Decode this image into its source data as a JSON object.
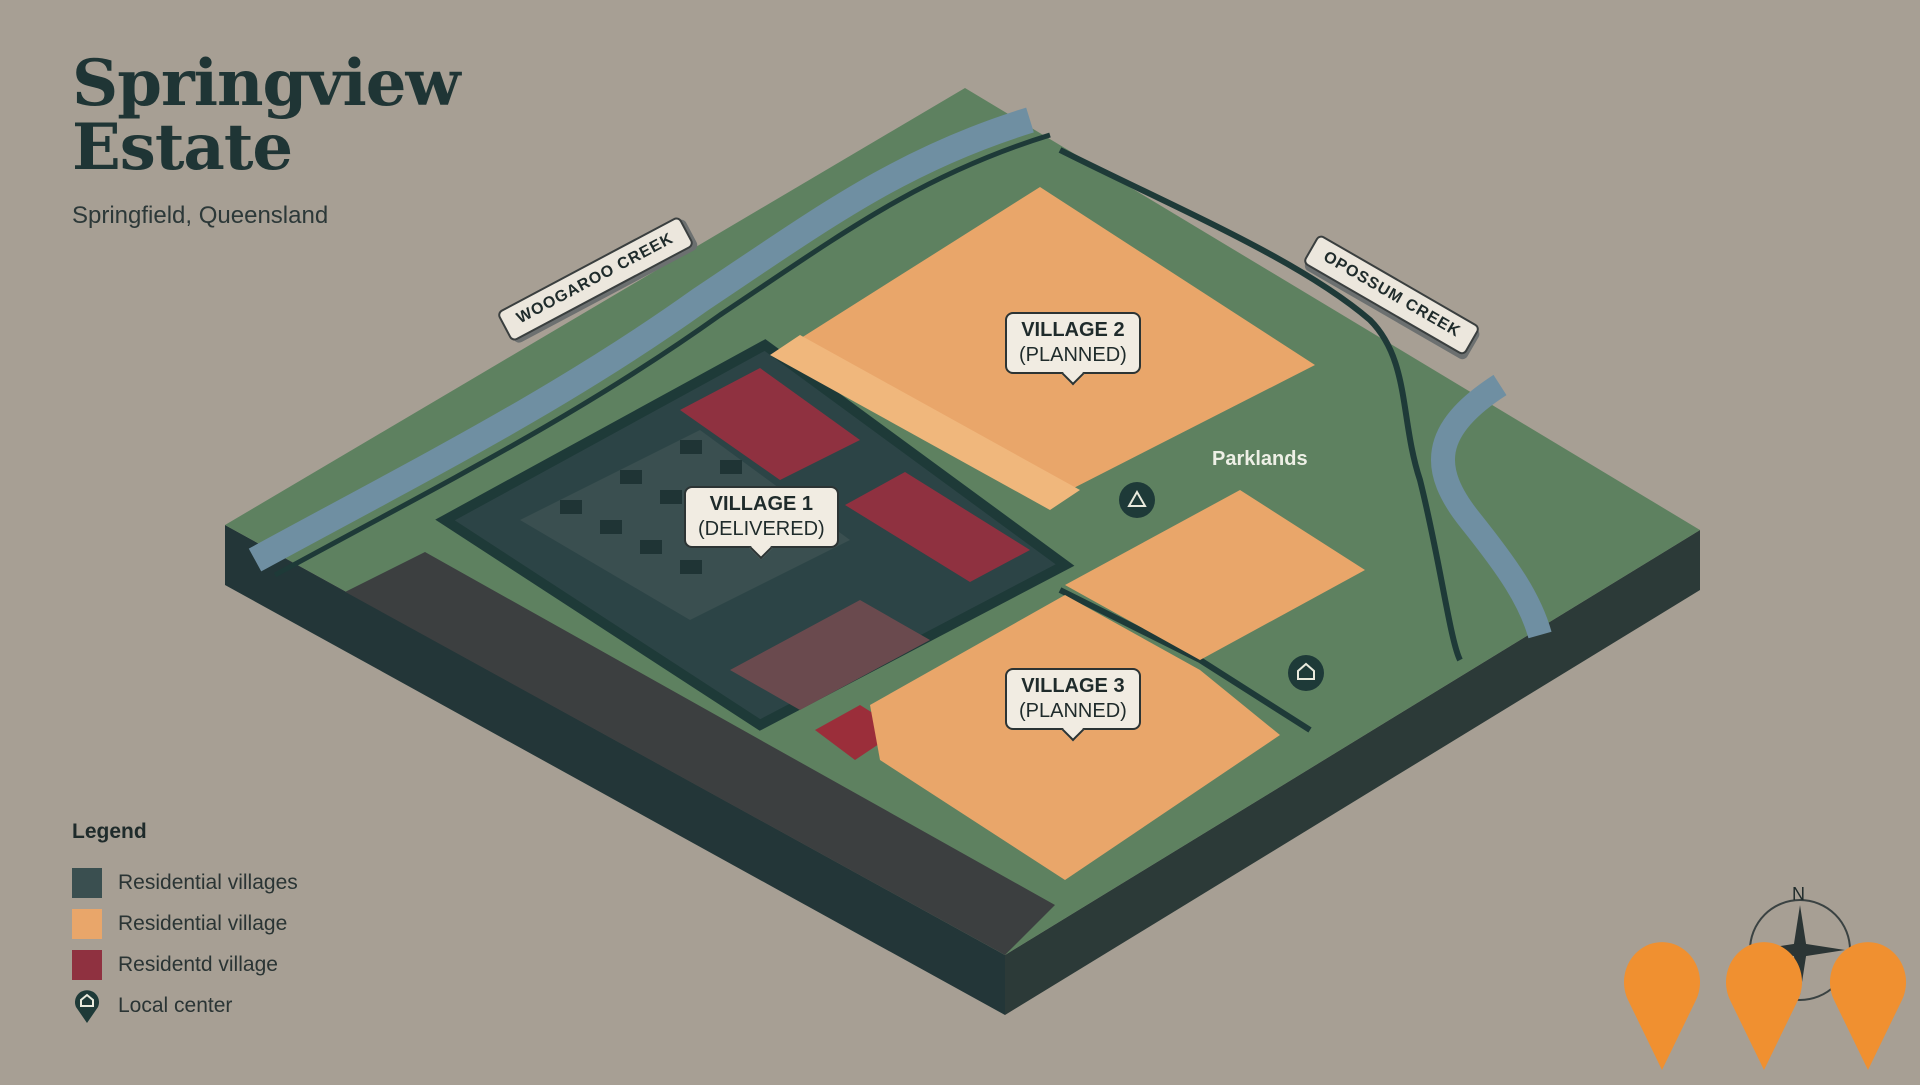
{
  "header": {
    "title_line1": "Springview",
    "title_line2": "Estate",
    "subtitle": "Springfield, Queensland"
  },
  "map_labels": {
    "woogaroo_creek": "WOOGAROO CREEK",
    "opossum_creek": "OPOSSUM CREEK",
    "village1": {
      "name": "VILLAGE 1",
      "status": "(DELIVERED)"
    },
    "village2": {
      "name": "VILLAGE 2",
      "status": "(PLANNED)"
    },
    "village3": {
      "name": "VILLAGE 3",
      "status": "(PLANNED)"
    },
    "parklands": "Parklands"
  },
  "legend": {
    "title": "Legend",
    "items": [
      {
        "label": "Residential villages",
        "color": "#3a4f50"
      },
      {
        "label": "Residential village",
        "color": "#e9a66a"
      },
      {
        "label": "Residentd village",
        "color": "#8f3140"
      },
      {
        "label": "Local center",
        "icon": "location-pin-icon"
      }
    ]
  },
  "compass": {
    "north": "N"
  },
  "colors": {
    "background": "#a79f94",
    "green_space": "#5e8160",
    "water": "#6f8fa2",
    "road": "#1e3a38",
    "delivered": "#3a4f50",
    "planned": "#e9a66a",
    "red_lots": "#8f3140",
    "brand_orange": "#f09030"
  }
}
